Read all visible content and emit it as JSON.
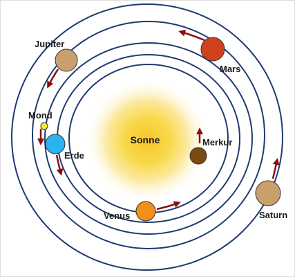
{
  "labels": {
    "sun": "Sonne",
    "mercury": "Merkur",
    "venus": "Venus",
    "earth": "Erde",
    "moon": "Mond",
    "mars": "Mars",
    "jupiter": "Jupiter",
    "saturn": "Saturn"
  },
  "colors": {
    "orbit": "#1f3a72",
    "arrow": "#8b0f0f",
    "sun_core": "#f7d23a",
    "mercury": "#7a4a12",
    "venus": "#f0901a",
    "earth": "#29b3f0",
    "moon": "#f4ee2a",
    "mars": "#d0421e",
    "jupiter": "#c8a070",
    "saturn": "#c9a06c"
  },
  "icons": {
    "sun": "sun-icon",
    "planets": "planet-circle-icon",
    "direction": "arrow-icon"
  }
}
